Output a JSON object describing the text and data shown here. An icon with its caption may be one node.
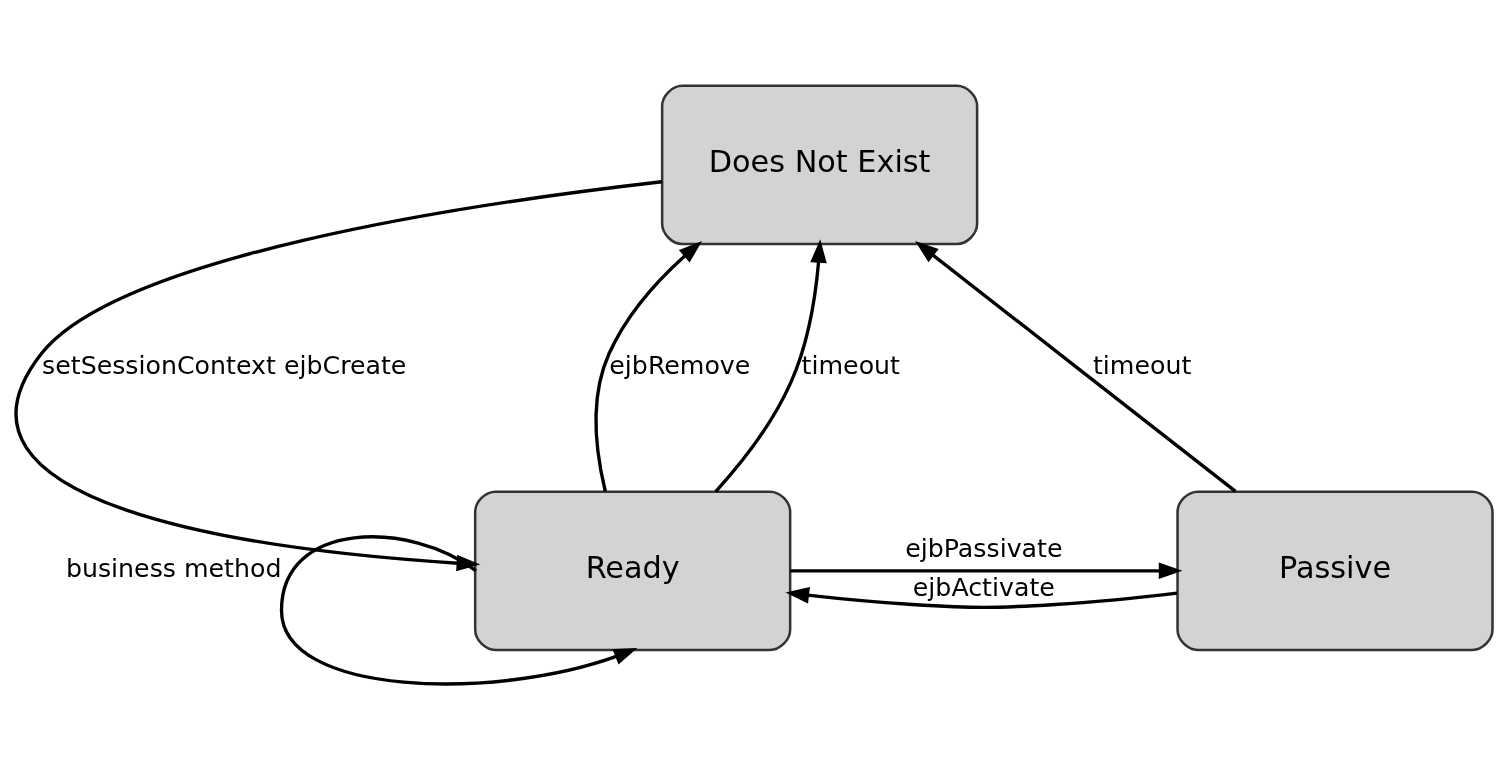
{
  "diagram": {
    "nodes": [
      {
        "text": [
          "Does Not Exist"
        ]
      },
      {
        "text": [
          "Ready"
        ]
      },
      {
        "text": [
          "Passive"
        ]
      }
    ],
    "edges": [
      {
        "from": 0,
        "to": 1,
        "arrow": "to",
        "label": "setSessionContext ejbCreate"
      },
      {
        "from": 1,
        "to": 0,
        "arrow": "to",
        "label": "ejbRemove"
      },
      {
        "from": 1,
        "to": 0,
        "arrow": "to",
        "label": "timeout"
      },
      {
        "from": 2,
        "to": 0,
        "arrow": "to",
        "label": "timeout"
      },
      {
        "from": 2,
        "to": 1,
        "arrow": "to",
        "label": "ejbActivate"
      },
      {
        "from": 1,
        "to": 2,
        "arrow": "to",
        "label": "ejbPassivate"
      },
      {
        "from": 1,
        "to": 1,
        "arrow": "to",
        "label": "business method"
      }
    ]
  }
}
